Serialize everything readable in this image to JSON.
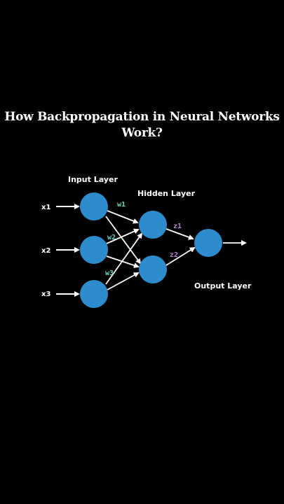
{
  "title": {
    "line1": "How Backpropagation in Neural Networks",
    "line2": "Work?"
  },
  "layers": {
    "input": "Input Layer",
    "hidden": "Hidden Layer",
    "output": "Output Layer"
  },
  "inputs": [
    "x1",
    "x2",
    "x3"
  ],
  "weights": [
    "w1",
    "w2",
    "w3"
  ],
  "hidden_outputs": [
    "z1",
    "z2"
  ],
  "colors": {
    "background": "#000000",
    "node": "#2d8ccc",
    "edge": "#ffffff",
    "weight_label": "#6fd3c2",
    "z_label": "#b486d6"
  }
}
